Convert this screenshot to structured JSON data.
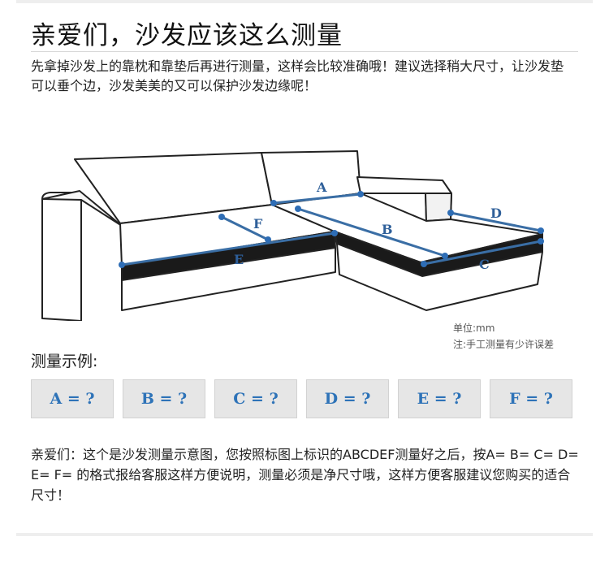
{
  "title": "亲爱们，沙发应该这么测量",
  "intro": "先拿掉沙发上的靠枕和靠垫后再进行测量，这样会比较准确哦！建议选择稍大尺寸，让沙发垫可以垂个边，沙发美美的又可以保护沙发边缘呢！",
  "diagram": {
    "labels": {
      "A": "A",
      "B": "B",
      "C": "C",
      "D": "D",
      "E": "E",
      "F": "F"
    },
    "unit": "单位:mm",
    "note": "注:手工测量有少许误差"
  },
  "example_heading": "测量示例:",
  "examples": [
    "A = ?",
    "B = ?",
    "C = ?",
    "D = ?",
    "E = ?",
    "F = ?"
  ],
  "bottom_text": "亲爱们：这个是沙发测量示意图，您按照标图上标识的ABCDEF测量好之后，按A= B= C= D= E= F= 的格式报给客服这样方便说明，测量必须是净尺寸哦，这样方便客服建议您购买的适合尺寸！",
  "colors": {
    "measure_line": "#3a6ea5",
    "marker": "#2e6db5",
    "label": "#2e5f99",
    "box_text": "#2e73b8",
    "box_bg": "#e6e6e6"
  }
}
